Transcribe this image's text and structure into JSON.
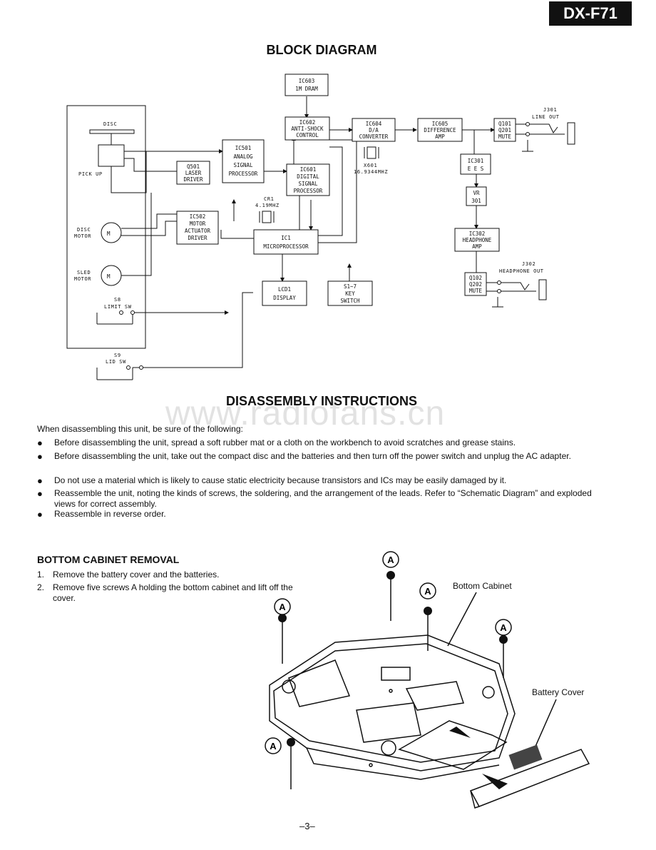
{
  "model": "DX-F71",
  "block_diagram": {
    "title": "BLOCK DIAGRAM",
    "blocks": {
      "ic603": [
        "IC603",
        "1M DRAM"
      ],
      "ic602": [
        "IC602",
        "ANTI-SHOCK",
        "CONTROL"
      ],
      "ic604": [
        "IC604",
        "D/A",
        "CONVERTER"
      ],
      "ic605": [
        "IC605",
        "DIFFERENCE",
        "AMP"
      ],
      "q101": [
        "Q101",
        "Q201",
        "MUTE"
      ],
      "ic501": [
        "IC501",
        "ANALOG",
        "SIGNAL",
        "PROCESSOR"
      ],
      "q501": [
        "Q501",
        "LASER",
        "DRIVER"
      ],
      "ic601": [
        "IC601",
        "DIGITAL",
        "SIGNAL",
        "PROCESSOR"
      ],
      "ic301": [
        "IC301",
        "E E S"
      ],
      "vr301": [
        "VR",
        "301"
      ],
      "ic502": [
        "IC502",
        "MOTOR",
        "ACTUATOR",
        "DRIVER"
      ],
      "ic1": [
        "IC1",
        "MICROPROCESSOR"
      ],
      "ic302": [
        "IC302",
        "HEADPHONE",
        "AMP"
      ],
      "q102": [
        "Q102",
        "Q202",
        "MUTE"
      ],
      "lcd1": [
        "LCD1",
        "DISPLAY"
      ],
      "s1_7": [
        "S1~7",
        "KEY",
        "SWITCH"
      ]
    },
    "labels": {
      "j301": "J301",
      "line_out": "LINE OUT",
      "j302": "J302",
      "headphone_out": "HEADPHONE OUT",
      "disc": "DISC",
      "pick_up": "PICK UP",
      "disc_motor": [
        "DISC",
        "MOTOR"
      ],
      "sled_motor": [
        "SLED",
        "MOTOR"
      ],
      "s8": "S8",
      "limit_sw": "LIMIT SW",
      "s9": "S9",
      "lid_sw": "LID SW",
      "cr1": "CR1",
      "cr1_freq": "4.19MHZ",
      "x601": "X601",
      "x601_freq": "16.9344MHZ",
      "motor_symbol": "M"
    }
  },
  "watermark": "www.radiofans.cn",
  "disassembly": {
    "title": "DISASSEMBLY INSTRUCTIONS",
    "intro": "When disassembling this unit, be sure of the following:",
    "bullets": [
      "Before disassembling the unit, spread a soft rubber mat or a cloth on the workbench to avoid scratches and grease stains.",
      "Before disassembling the unit, take out the compact disc and the batteries and then turn off the power switch and unplug the AC adapter.",
      "Do not use a material which is likely to cause static electricity because transistors and ICs may be easily damaged by it.",
      "Reassemble the unit, noting the kinds of screws, the soldering, and the arrangement of the leads. Refer to “Schematic Diagram” and exploded views for correct assembly.",
      "Reassemble in reverse order."
    ],
    "bullet_symbol": "●"
  },
  "bottom_cabinet": {
    "title": "BOTTOM CABINET REMOVAL",
    "steps": [
      {
        "num": "1.",
        "text": "Remove the battery cover and the batteries."
      },
      {
        "num": "2.",
        "text": "Remove five screws A holding the bottom cabinet and lift off the cover."
      }
    ],
    "screw_label": "A",
    "callout_bottom_cabinet": "Bottom Cabinet",
    "callout_battery_cover": "Battery Cover"
  },
  "page_number": "–3–"
}
